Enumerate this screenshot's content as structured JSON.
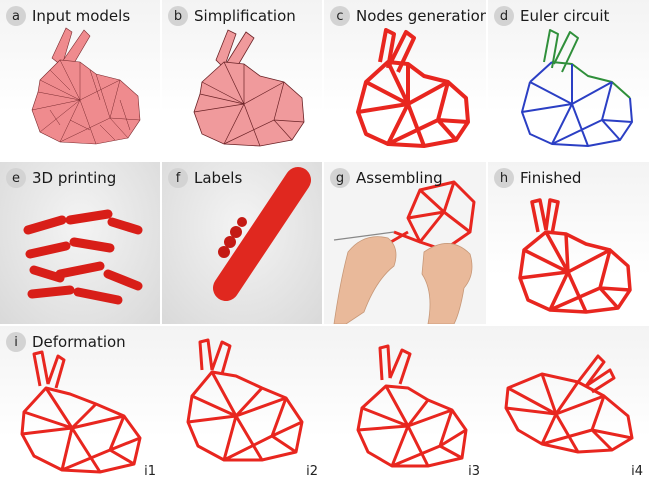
{
  "panels": [
    {
      "letter": "a",
      "title": "Input models"
    },
    {
      "letter": "b",
      "title": "Simplification"
    },
    {
      "letter": "c",
      "title": "Nodes generation"
    },
    {
      "letter": "d",
      "title": "Euler circuit"
    },
    {
      "letter": "e",
      "title": "3D printing"
    },
    {
      "letter": "f",
      "title": "Labels"
    },
    {
      "letter": "g",
      "title": "Assembling"
    },
    {
      "letter": "h",
      "title": "Finished"
    },
    {
      "letter": "i",
      "title": "Deformation"
    }
  ],
  "deformation_labels": [
    "i1",
    "i2",
    "i3",
    "i4"
  ],
  "colors": {
    "mesh": "#e8767a",
    "wire": "#e8261f",
    "euler_blue": "#2b3fc4",
    "euler_green": "#2f8f3a",
    "badge": "#d3d3d3"
  }
}
